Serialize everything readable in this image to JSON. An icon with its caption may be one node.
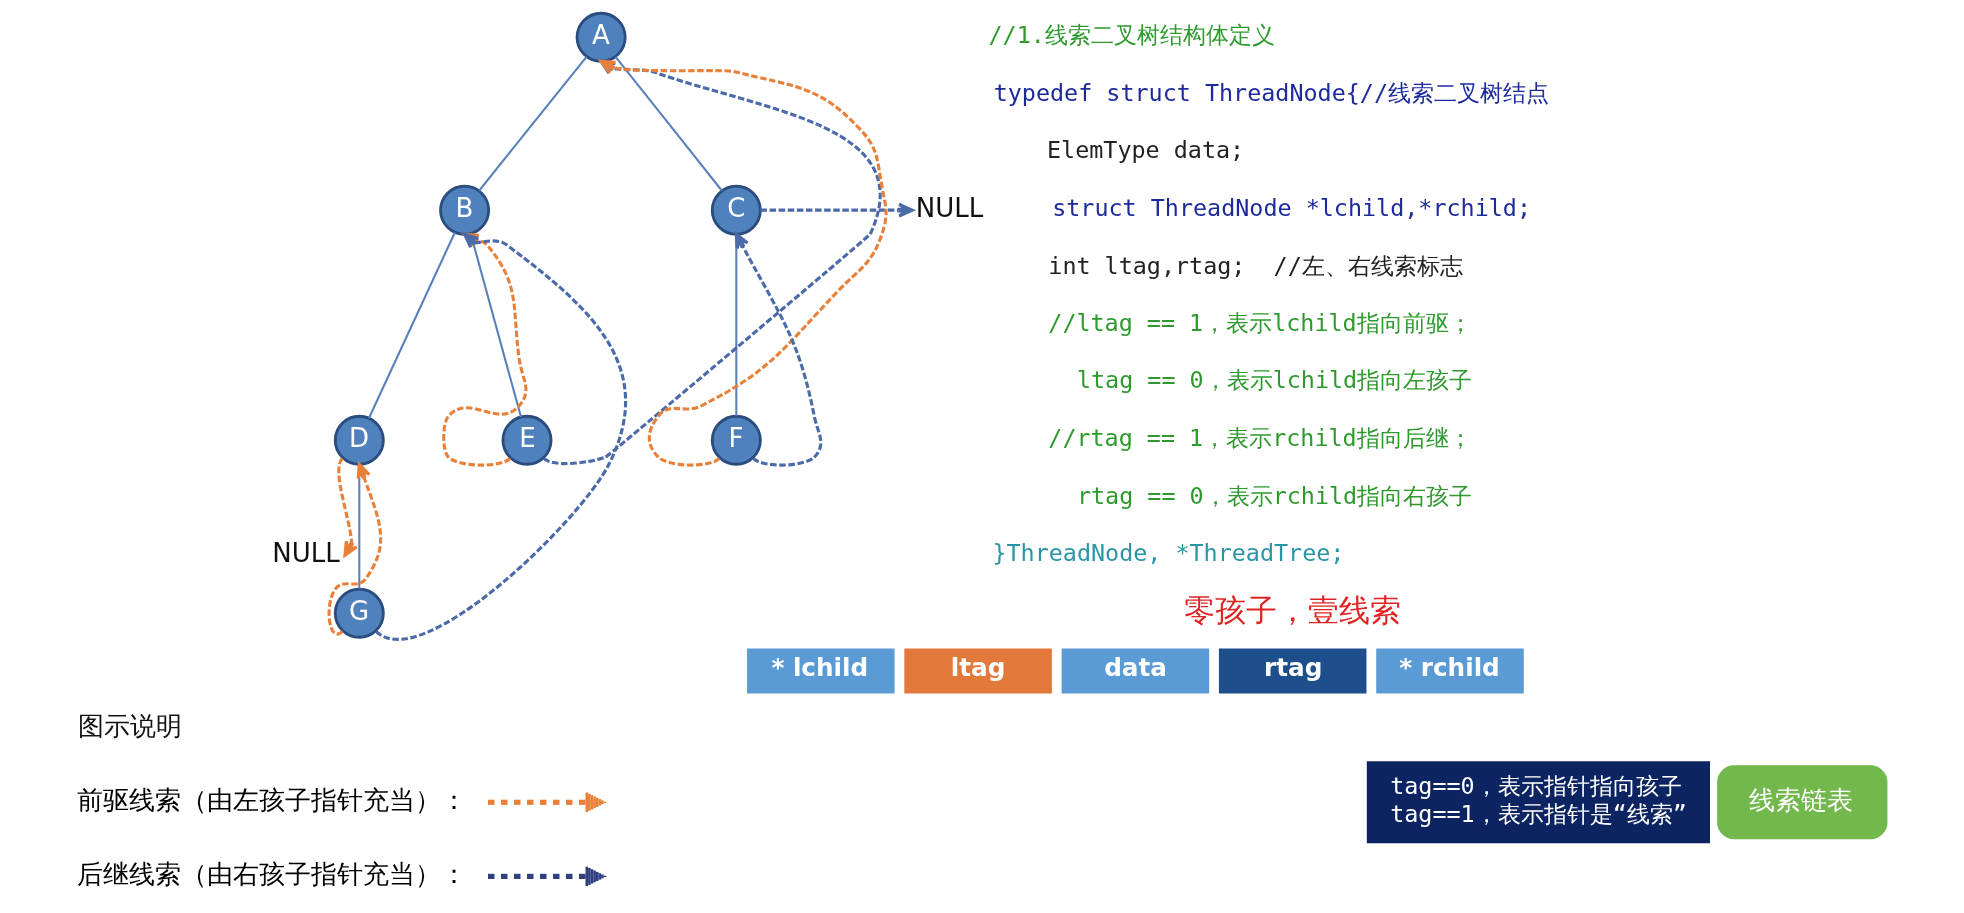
{
  "diagram": {
    "nodes": [
      {
        "text": [
          "A"
        ]
      },
      {
        "text": [
          "B"
        ]
      },
      {
        "text": [
          "C"
        ]
      },
      {
        "text": [
          "NULL"
        ]
      },
      {
        "text": [
          "D"
        ]
      },
      {
        "text": [
          "E"
        ]
      },
      {
        "text": [
          "F"
        ]
      },
      {
        "text": [
          "NULL"
        ]
      },
      {
        "text": [
          "G"
        ]
      },
      {
        "text": [
          "* lchild"
        ]
      },
      {
        "text": [
          "ltag"
        ]
      },
      {
        "text": [
          "data"
        ]
      },
      {
        "text": [
          "rtag"
        ]
      },
      {
        "text": [
          "* rchild"
        ]
      },
      {
        "text": [
          "tag==0，表示指针指向孩子",
          "tag==1，表示指针是“线索”"
        ]
      },
      {
        "text": [
          "线索链表"
        ]
      }
    ],
    "edges": [
      {
        "from": 0,
        "to": 1,
        "arrow": "none"
      },
      {
        "from": 0,
        "to": 2,
        "arrow": "none"
      },
      {
        "from": 1,
        "to": 4,
        "arrow": "none"
      },
      {
        "from": 1,
        "to": 5,
        "arrow": "none"
      },
      {
        "from": 4,
        "to": 8,
        "arrow": "none"
      },
      {
        "from": 2,
        "to": 6,
        "arrow": "none"
      },
      {
        "from": 4,
        "to": 7,
        "arrow": "to",
        "style": "dashed",
        "color": "#e8803a"
      },
      {
        "from": 8,
        "to": 4,
        "arrow": "to",
        "style": "dashed",
        "color": "#e8803a"
      },
      {
        "from": 8,
        "to": 1,
        "arrow": "to",
        "style": "dashed",
        "color": "#4a6aa8"
      },
      {
        "from": 5,
        "to": 1,
        "arrow": "to",
        "style": "dashed",
        "color": "#e8803a"
      },
      {
        "from": 5,
        "to": 0,
        "arrow": "to",
        "style": "dashed",
        "color": "#4a6aa8"
      },
      {
        "from": 6,
        "to": 0,
        "arrow": "to",
        "style": "dashed",
        "color": "#e8803a"
      },
      {
        "from": 6,
        "to": 2,
        "arrow": "to",
        "style": "dashed",
        "color": "#4a6aa8"
      },
      {
        "from": 2,
        "to": 3,
        "arrow": "to",
        "style": "dashed",
        "color": "#4a6aa8"
      }
    ],
    "labels": [
      "//1.线索二叉树结构体定义",
      "typedef struct ThreadNode{//线索二叉树结点",
      "ElemType data;",
      "struct ThreadNode *lchild,*rchild;",
      "int ltag,rtag;  //左、右线索标志",
      "//ltag == 1，表示lchild指向前驱；",
      "ltag == 0，表示lchild指向左孩子",
      "//rtag == 1，表示rchild指向后继；",
      "rtag == 0，表示rchild指向右孩子",
      "}ThreadNode, *ThreadTree;",
      "零孩子，壹线索",
      "图示说明"
    ],
    "legend": [
      {
        "text": "前驱线索（由左孩子指针充当）："
      },
      {
        "text": "后继线索（由右孩子指针充当）："
      }
    ]
  }
}
